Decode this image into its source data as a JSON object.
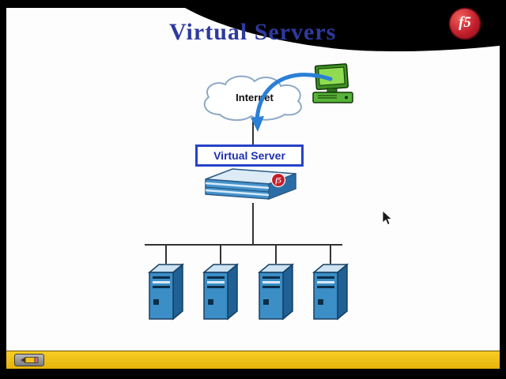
{
  "slide": {
    "title": "Virtual Servers"
  },
  "brand": {
    "logo_text": "f5",
    "logo_color": "#c41f2c"
  },
  "diagram": {
    "internet_label": "Internet",
    "virtual_server_label": "Virtual Server",
    "appliance_logo_text": "f5",
    "server_count": 4,
    "arrow_color": "#2b7fd6",
    "virtual_server_border_color": "#2743c8"
  },
  "toolbar": {
    "bar_color": "#f2c218",
    "pen_tool_icon": "pencil-icon"
  },
  "cursor_icon": "arrow-cursor"
}
